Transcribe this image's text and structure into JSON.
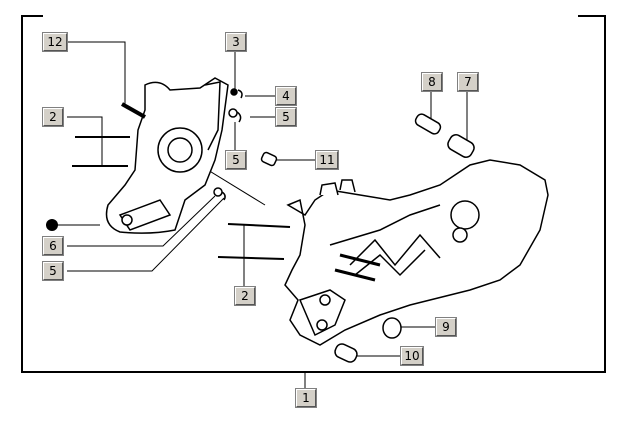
{
  "labels": {
    "l12": "12",
    "l3": "3",
    "l4": "4",
    "l5a": "5",
    "l5b": "5",
    "l11": "11",
    "l2a": "2",
    "l6": "6",
    "l5c": "5",
    "l8": "8",
    "l7": "7",
    "l2b": "2",
    "l9": "9",
    "l10": "10",
    "l1": "1"
  }
}
